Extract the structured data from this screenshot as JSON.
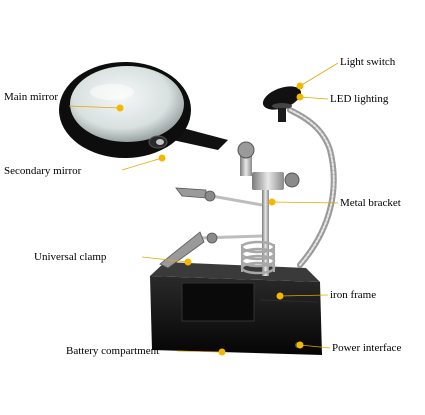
{
  "labels": {
    "main_mirror": "Main mirror",
    "secondary_mirror": "Secondary mirror",
    "universal_clamp": "Universal clamp",
    "battery_compartment": "Battery compartment",
    "light_switch": "Light switch",
    "led_lighting": "LED lighting",
    "metal_bracket": "Metal bracket",
    "iron_frame": "iron frame",
    "power_interface": "Power interface"
  },
  "colors": {
    "callout_dot": "#f5b800",
    "leader_line": "#e0a800",
    "plastic_black": "#151515",
    "metal": "#b8b8b8",
    "lens": "#dfe6e6"
  }
}
